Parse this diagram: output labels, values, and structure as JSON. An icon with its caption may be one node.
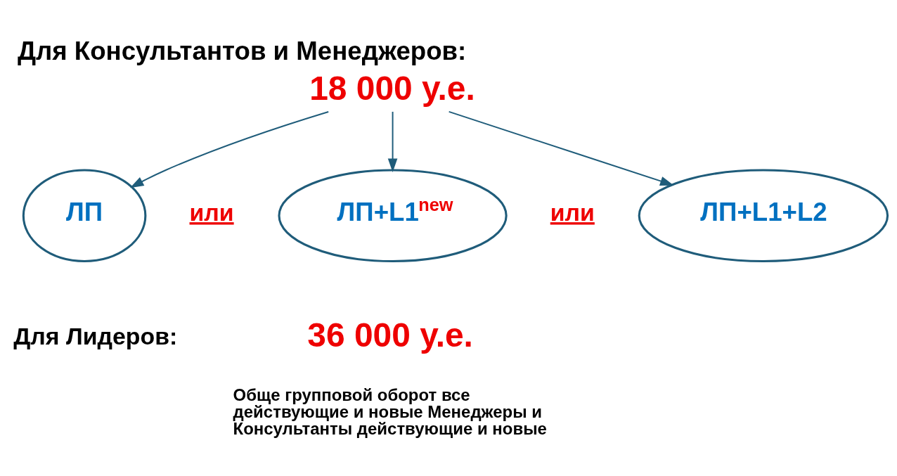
{
  "diagram": {
    "title": "Для Консультантов и Менеджеров:",
    "nodes": [
      {
        "text": [
          "18 000 у.е."
        ]
      },
      {
        "text": [
          "ЛП"
        ]
      },
      {
        "text": [
          "ЛП+L1$^{new}$"
        ]
      },
      {
        "text": [
          "ЛП+L1+L2"
        ]
      }
    ],
    "edges": [
      {
        "from": 0,
        "to": 1,
        "arrow": "to"
      },
      {
        "from": 0,
        "to": 2,
        "arrow": "to"
      },
      {
        "from": 0,
        "to": 3,
        "arrow": "to"
      }
    ],
    "labels": [
      "или",
      "или",
      "Для Лидеров:",
      "36 000 у.е.",
      "Обще групповой оборот все действующие и новые Менеджеры и Консультанты действующие и новые"
    ]
  }
}
